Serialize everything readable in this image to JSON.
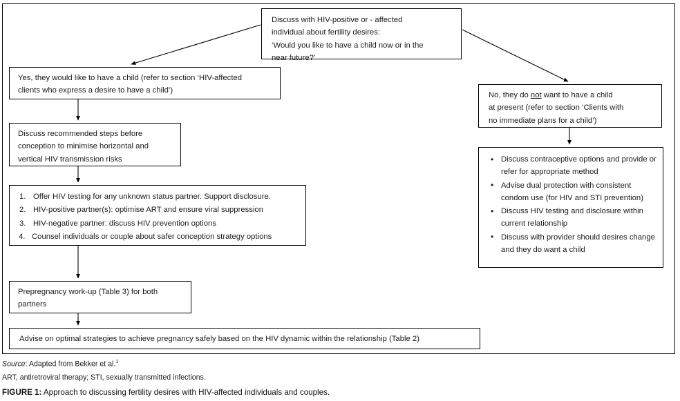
{
  "figure": {
    "nodes": {
      "question": {
        "lines": [
          "Discuss with HIV-positive or - affected",
          "individual about fertility desires:",
          "‘Would you like to have a child now or in the",
          "near future?’"
        ]
      },
      "yes_branch": {
        "lines": [
          "Yes, they would like to have a child (refer to section ‘HIV-affected",
          "clients who express a desire to have a child’)"
        ]
      },
      "recommended_steps": {
        "lines": [
          "Discuss recommended steps before",
          "conception to minimise horizontal and",
          "vertical HIV transmission risks"
        ]
      },
      "actions": {
        "items": [
          {
            "number": "1.",
            "text": "Offer HIV testing for any unknown status partner. Support disclosure."
          },
          {
            "number": "2.",
            "text": "HIV-positive partner(s): optimise ART and ensure viral suppression"
          },
          {
            "number": "3.",
            "text": "HIV-negative partner: discuss HIV prevention options"
          },
          {
            "number": "4.",
            "text": "Counsel individuals or couple about safer conception strategy options"
          }
        ]
      },
      "prepregnancy": {
        "lines": [
          "Prepregnancy work-up (Table 3) for both",
          "partners"
        ]
      },
      "advise": {
        "text": "Advise on optimal strategies to achieve pregnancy safely based on the HIV dynamic within the relationship (Table 2)"
      },
      "no_branch": {
        "line1_before": "No, they do ",
        "line1_underlined": "not",
        "line1_after": " want to have a child",
        "line2": "at present (refer to section ‘Clients with",
        "line3": "no immediate plans for a child’)"
      },
      "no_actions": {
        "bullet_glyph": "•",
        "items": [
          "Discuss contraceptive options and provide or refer for appropriate method",
          "Advise dual protection with consistent condom use (for HIV and STI prevention)",
          "Discuss HIV testing and disclosure within current relationship",
          "Discuss with provider should desires change and they do want a child"
        ]
      }
    },
    "colors": {
      "border": "#000000",
      "text": "#1a1a1a",
      "background": "#ffffff"
    }
  },
  "caption": {
    "source_word": "Source",
    "source_rest": ": Adapted from Bekker et al.",
    "source_superscript": "1",
    "abbreviations": "ART, antiretroviral therapy; STI, sexually transmitted infections.",
    "figure_label": "FIGURE 1:",
    "figure_title": " Approach to discussing fertility desires with HIV-affected individuals and couples."
  }
}
